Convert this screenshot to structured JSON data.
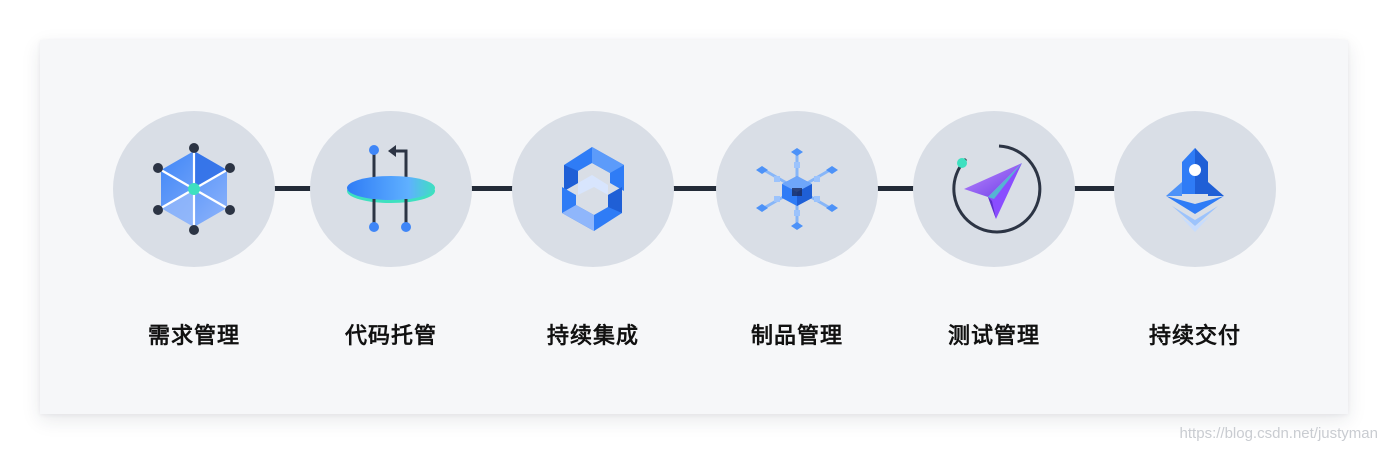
{
  "steps": [
    {
      "label": "需求管理",
      "icon": "hexagon-network-icon"
    },
    {
      "label": "代码托管",
      "icon": "git-branch-disc-icon"
    },
    {
      "label": "持续集成",
      "icon": "integration-cube-icon"
    },
    {
      "label": "制品管理",
      "icon": "artifact-snowflake-icon"
    },
    {
      "label": "测试管理",
      "icon": "paper-plane-icon"
    },
    {
      "label": "持续交付",
      "icon": "rocket-icon"
    }
  ],
  "watermark": "https://blog.csdn.net/justyman",
  "colors": {
    "connector": "#232b38",
    "circle": "#d9dee6",
    "primary_blue": "#2f7cf6",
    "accent_teal": "#3ee0c0",
    "accent_purple": "#8a4dff"
  }
}
